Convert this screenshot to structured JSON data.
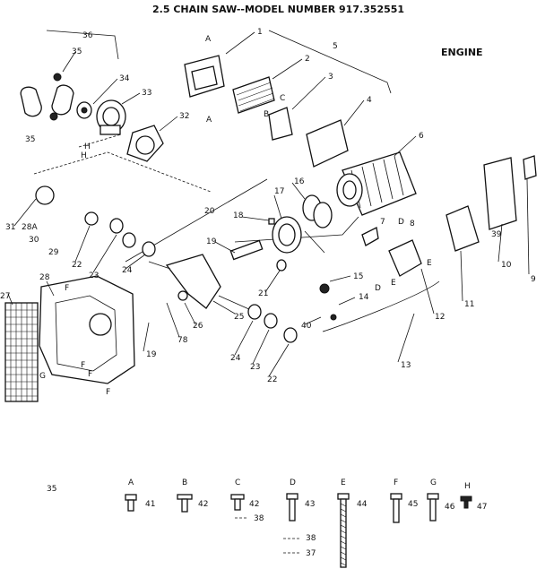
{
  "title": "2.5 CHAIN SAW--MODEL NUMBER 917.352551",
  "section": "ENGINE",
  "hardware_group": "35",
  "callouts": {
    "c1": "1",
    "c2": "2",
    "c3": "3",
    "c4": "4",
    "c5": "5",
    "c6": "6",
    "c7": "7",
    "c8": "8",
    "c9": "9",
    "c10": "10",
    "c11": "11",
    "c12": "12",
    "c13": "13",
    "c14": "14",
    "c15": "15",
    "c16": "16",
    "c17": "17",
    "c18": "18",
    "c19a": "19",
    "c19b": "19",
    "c20": "20",
    "c21a": "21",
    "c22a": "22",
    "c22b": "22",
    "c23a": "23",
    "c23b": "23",
    "c24a": "24",
    "c24b": "24",
    "c25": "25",
    "c26": "26",
    "c27": "27",
    "c28": "28",
    "c28a": "28A",
    "c29": "29",
    "c30": "30",
    "c31": "31",
    "c32": "32",
    "c33": "33",
    "c34": "34",
    "c35a": "35",
    "c35b": "35",
    "c36": "36",
    "c39": "39",
    "c40": "40",
    "c78": "78"
  },
  "letters": {
    "A1": "A",
    "A2": "A",
    "B1": "B",
    "C1": "C",
    "D1": "D",
    "D2": "D",
    "E1": "E",
    "E2": "E",
    "G1": "G",
    "H1": "H",
    "H2": "H",
    "F1": "F",
    "F2": "F",
    "F3": "F",
    "F4": "F"
  },
  "hardware": [
    {
      "letter": "A",
      "number": "41"
    },
    {
      "letter": "B",
      "number": "42"
    },
    {
      "letter": "C",
      "number": "42",
      "extra": "38"
    },
    {
      "letter": "D",
      "number": "43",
      "extra": "38",
      "extra2": "37"
    },
    {
      "letter": "E",
      "number": "44"
    },
    {
      "letter": "F",
      "number": "45"
    },
    {
      "letter": "G",
      "number": "46"
    },
    {
      "letter": "H",
      "number": "47"
    }
  ]
}
